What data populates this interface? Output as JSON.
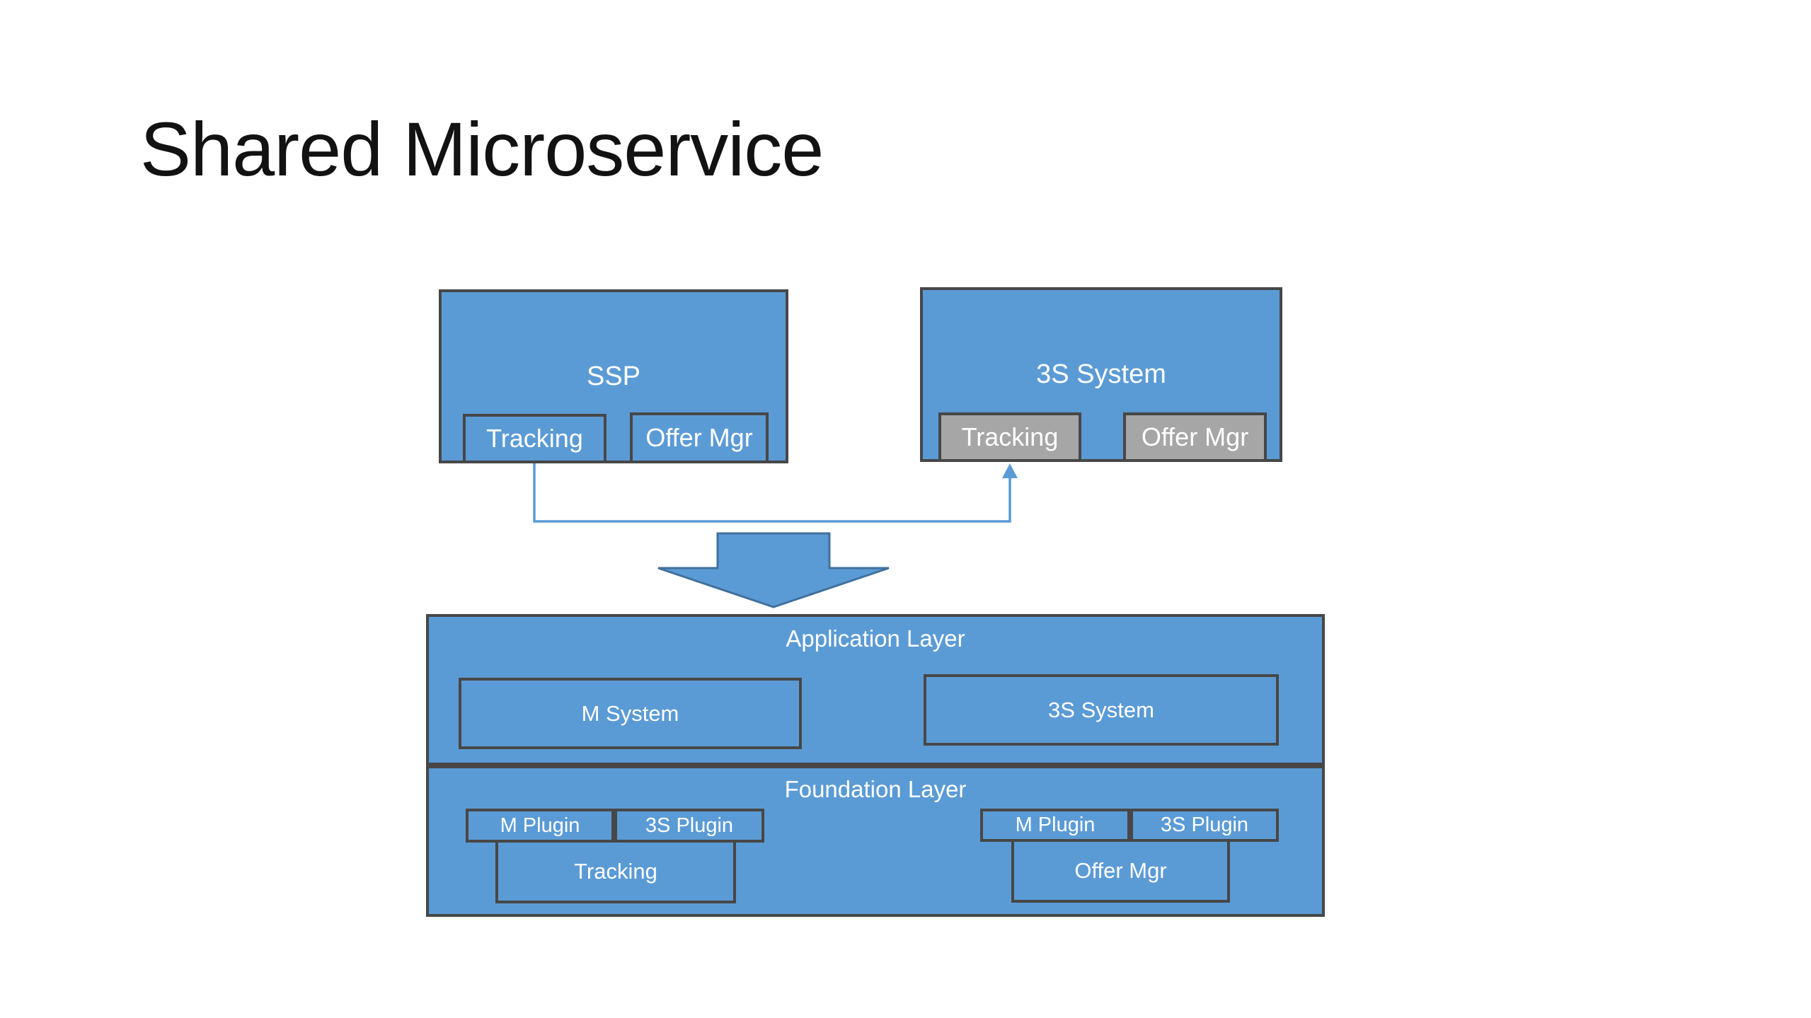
{
  "slide": {
    "title": "Shared Microservice"
  },
  "colors": {
    "background": "#FFFFFF",
    "title_color": "#121212",
    "fill_blue": "#5B9BD5",
    "fill_gray": "#A6A6A6",
    "border_dark": "#474747",
    "label_white": "#FFFFFF",
    "connector_blue": "#5B9BD5",
    "big_arrow_fill": "#5B9BD5",
    "big_arrow_border": "#41719C"
  },
  "diagram": {
    "ssp": {
      "label": "SSP",
      "tracking": "Tracking",
      "offer_mgr": "Offer Mgr"
    },
    "s3_system": {
      "label": "3S System",
      "tracking": "Tracking",
      "offer_mgr": "Offer Mgr"
    },
    "application_layer": {
      "label": "Application Layer",
      "m_system": "M System",
      "s3_system": "3S System"
    },
    "foundation_layer": {
      "label": "Foundation Layer",
      "left": {
        "m_plugin": "M Plugin",
        "s3_plugin": "3S Plugin",
        "service": "Tracking"
      },
      "right": {
        "m_plugin": "M Plugin",
        "s3_plugin": "3S Plugin",
        "service": "Offer Mgr"
      }
    }
  }
}
